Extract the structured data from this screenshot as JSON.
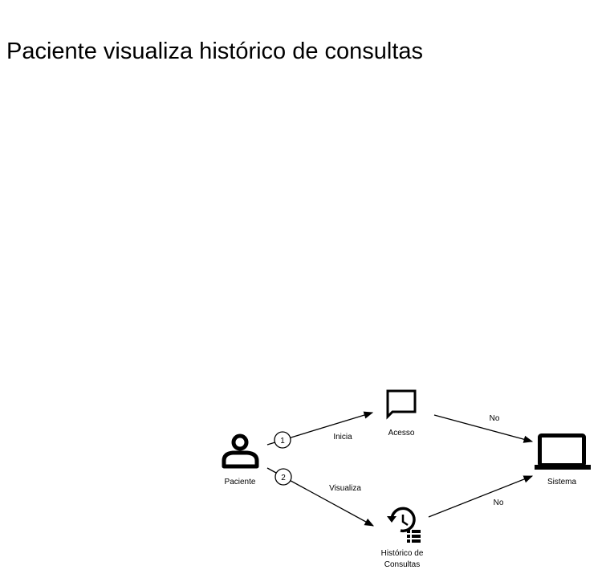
{
  "page": {
    "title": "Paciente visualiza histórico de consultas"
  },
  "diagram": {
    "nodes": {
      "paciente": {
        "label": "Paciente",
        "icon": "person-icon"
      },
      "acesso": {
        "label": "Acesso",
        "icon": "chat-bubble-icon"
      },
      "sistema": {
        "label": "Sistema",
        "icon": "laptop-icon"
      },
      "historico": {
        "label_line1": "Histórico de",
        "label_line2": "Consultas",
        "icon": "history-list-icon"
      }
    },
    "edges": {
      "inicia": {
        "step": "1",
        "label": "Inicia"
      },
      "visualiza": {
        "step": "2",
        "label": "Visualiza"
      },
      "acesso_sistema": {
        "label": "No"
      },
      "historico_sistema": {
        "label": "No"
      }
    }
  }
}
